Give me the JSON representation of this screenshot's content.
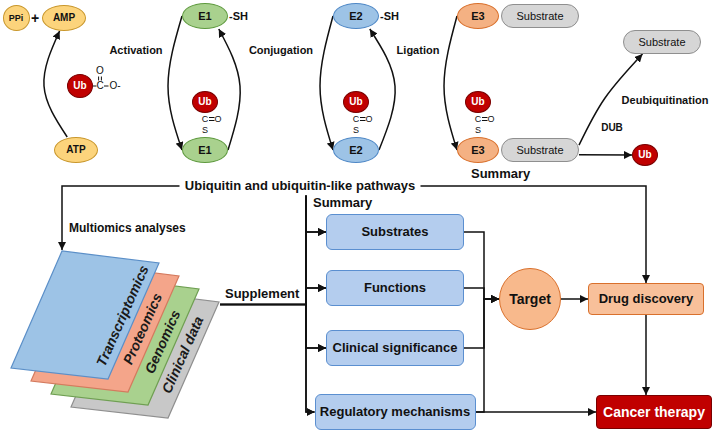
{
  "diagram": {
    "nodes": [
      {
        "text": [
          "PPi"
        ]
      },
      {
        "text": [
          "AMP"
        ]
      },
      {
        "text": [
          "Ub"
        ]
      },
      {
        "text": [
          "ATP"
        ]
      },
      {
        "text": [
          "E1",
          "-SH"
        ]
      },
      {
        "text": [
          "E1"
        ]
      },
      {
        "text": [
          "Ub"
        ]
      },
      {
        "text": [
          "E2",
          "-SH"
        ]
      },
      {
        "text": [
          "E2"
        ]
      },
      {
        "text": [
          "Ub"
        ]
      },
      {
        "text": [
          "E3"
        ]
      },
      {
        "text": [
          "Substrate"
        ]
      },
      {
        "text": [
          "E3"
        ]
      },
      {
        "text": [
          "Substrate"
        ]
      },
      {
        "text": [
          "Ub"
        ]
      },
      {
        "text": [
          "Substrate"
        ]
      },
      {
        "text": [
          "Ub"
        ]
      },
      {
        "text": [
          "Ubiquitin and ubiquitin-like pathways"
        ]
      },
      {
        "text": [
          "Transcriptomics"
        ]
      },
      {
        "text": [
          "Proteomics"
        ]
      },
      {
        "text": [
          "Genomics"
        ]
      },
      {
        "text": [
          "Clinical data"
        ]
      },
      {
        "text": [
          "Substrates"
        ]
      },
      {
        "text": [
          "Functions"
        ]
      },
      {
        "text": [
          "Clinical significance"
        ]
      },
      {
        "text": [
          "Regulatory mechanisms"
        ]
      },
      {
        "text": [
          "Target"
        ]
      },
      {
        "text": [
          "Drug discovery"
        ]
      },
      {
        "text": [
          "Cancer therapy"
        ]
      }
    ],
    "edges": [
      {
        "from": 3,
        "to": 1,
        "arrow": "to"
      },
      {
        "from": 4,
        "to": 5,
        "arrow": "to"
      },
      {
        "from": 5,
        "to": 4,
        "arrow": "to"
      },
      {
        "from": 7,
        "to": 8,
        "arrow": "to"
      },
      {
        "from": 8,
        "to": 7,
        "arrow": "to"
      },
      {
        "from": 10,
        "to": 12,
        "arrow": "to"
      },
      {
        "from": 13,
        "to": 15,
        "arrow": "to"
      },
      {
        "from": 13,
        "to": 16,
        "arrow": "to"
      },
      {
        "from": 17,
        "to": 18,
        "label": "Multiomics analyses",
        "arrow": "to"
      },
      {
        "from": 17,
        "to": 22,
        "label": "Summary",
        "arrow": "to"
      },
      {
        "from": 17,
        "to": 23,
        "arrow": "to"
      },
      {
        "from": 17,
        "to": 24,
        "arrow": "to"
      },
      {
        "from": 17,
        "to": 25,
        "arrow": "to"
      },
      {
        "from": 21,
        "to": 22,
        "label": "Supplement",
        "arrow": "to"
      },
      {
        "from": 21,
        "to": 23,
        "arrow": "to"
      },
      {
        "from": 21,
        "to": 24,
        "arrow": "to"
      },
      {
        "from": 21,
        "to": 25,
        "arrow": "to"
      },
      {
        "from": 22,
        "to": 26,
        "arrow": "to"
      },
      {
        "from": 23,
        "to": 26,
        "arrow": "to"
      },
      {
        "from": 24,
        "to": 26,
        "arrow": "to"
      },
      {
        "from": 25,
        "to": 26,
        "arrow": "to"
      },
      {
        "from": 25,
        "to": 28,
        "arrow": "to"
      },
      {
        "from": 26,
        "to": 27,
        "arrow": "to"
      },
      {
        "from": 27,
        "to": 28,
        "arrow": "to"
      },
      {
        "from": 17,
        "to": 27,
        "label": "Summary",
        "arrow": "to"
      }
    ],
    "labels": [
      "+",
      "O",
      "C",
      "O-",
      "Activation",
      "O",
      "C",
      "S",
      "Conjugation",
      "O",
      "C",
      "S",
      "Ligation",
      "O",
      "C",
      "S",
      "Deubiquitination",
      "DUB"
    ]
  }
}
